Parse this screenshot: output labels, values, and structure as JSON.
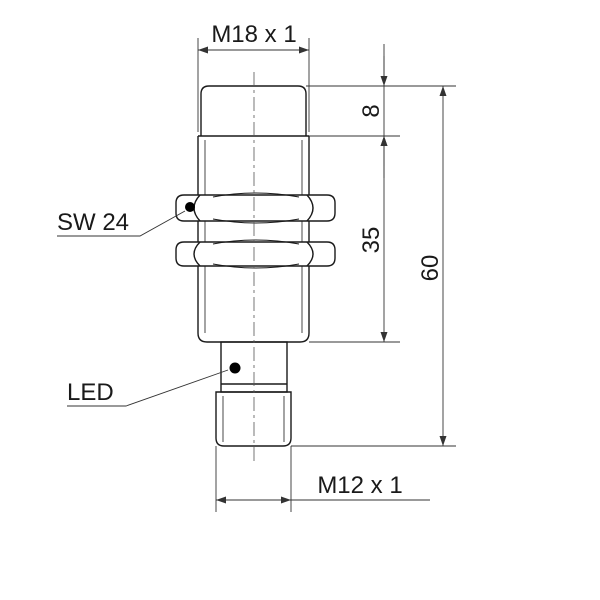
{
  "labels": {
    "thread_top": "M18 x 1",
    "thread_bottom": "M12 x 1",
    "wrench_size": "SW 24",
    "led": "LED",
    "dim_top": "8",
    "dim_body": "35",
    "dim_total": "60"
  },
  "colors": {
    "stroke": "#1a1a1a",
    "dim": "#333333",
    "led_dot": "#000000"
  }
}
